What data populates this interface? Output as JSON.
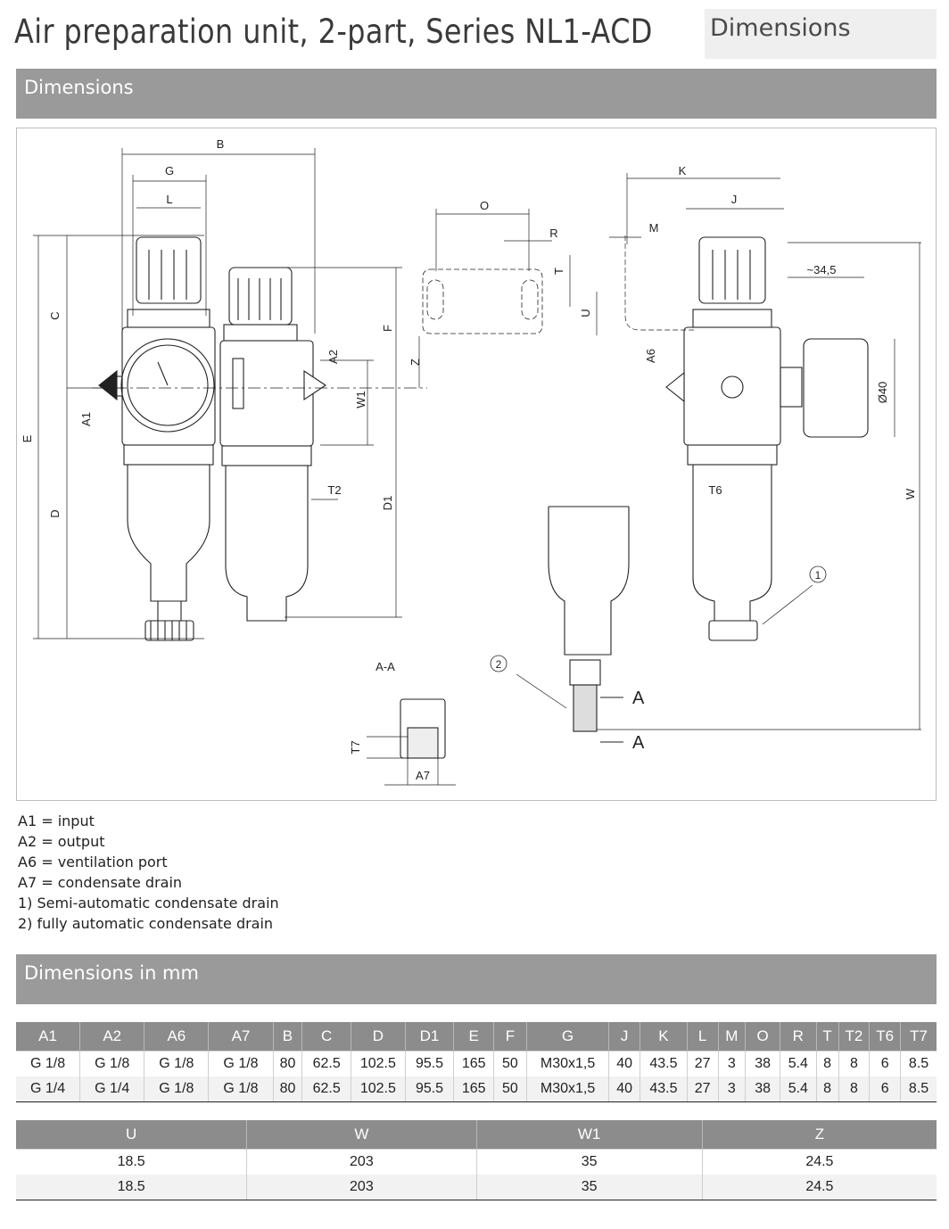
{
  "header": {
    "title": "Air preparation unit, 2-part, Series NL1-ACD",
    "tab_label": "Dimensions"
  },
  "section_dimensions": {
    "label": "Dimensions"
  },
  "drawing": {
    "labels": {
      "B": "B",
      "G": "G",
      "L": "L",
      "C": "C",
      "E": "E",
      "D": "D",
      "A1": "A1",
      "A2": "A2",
      "W1": "W1",
      "F": "F",
      "Z": "Z",
      "D1": "D1",
      "T2": "T2",
      "O": "O",
      "R": "R",
      "T": "T",
      "U": "U",
      "K": "K",
      "M": "M",
      "J": "J",
      "approx": "~34,5",
      "A6": "A6",
      "dia40": "Ø40",
      "W": "W",
      "T6": "T6",
      "AA": "A-A",
      "T7": "T7",
      "A7": "A7",
      "A": "A",
      "n1": "1",
      "n2": "2"
    }
  },
  "legend": [
    "A1 = input",
    "A2 = output",
    "A6 = ventilation port",
    "A7 = condensate drain",
    "1) Semi-automatic condensate drain",
    "2) fully automatic condensate drain"
  ],
  "section_mm": {
    "label": "Dimensions in mm"
  },
  "table1": {
    "headers": [
      "A1",
      "A2",
      "A6",
      "A7",
      "B",
      "C",
      "D",
      "D1",
      "E",
      "F",
      "G",
      "J",
      "K",
      "L",
      "M",
      "O",
      "R",
      "T",
      "T2",
      "T6",
      "T7"
    ],
    "rows": [
      [
        "G 1/8",
        "G 1/8",
        "G 1/8",
        "G 1/8",
        "80",
        "62.5",
        "102.5",
        "95.5",
        "165",
        "50",
        "M30x1,5",
        "40",
        "43.5",
        "27",
        "3",
        "38",
        "5.4",
        "8",
        "8",
        "6",
        "8.5"
      ],
      [
        "G 1/4",
        "G 1/4",
        "G 1/8",
        "G 1/8",
        "80",
        "62.5",
        "102.5",
        "95.5",
        "165",
        "50",
        "M30x1,5",
        "40",
        "43.5",
        "27",
        "3",
        "38",
        "5.4",
        "8",
        "8",
        "6",
        "8.5"
      ]
    ]
  },
  "table2": {
    "headers": [
      "U",
      "W",
      "W1",
      "Z"
    ],
    "rows": [
      [
        "18.5",
        "203",
        "35",
        "24.5"
      ],
      [
        "18.5",
        "203",
        "35",
        "24.5"
      ]
    ]
  }
}
